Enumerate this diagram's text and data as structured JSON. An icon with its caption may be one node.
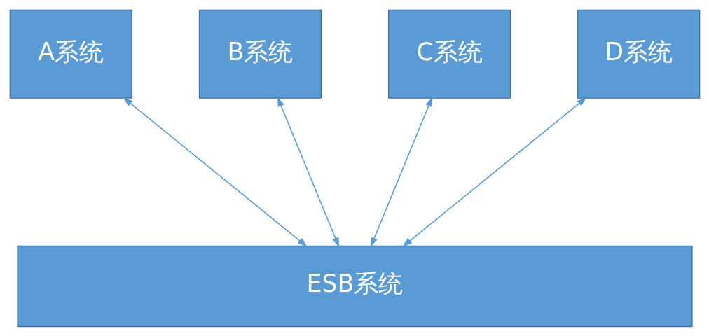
{
  "diagram": {
    "nodes": [
      {
        "text": [
          "A系统"
        ]
      },
      {
        "text": [
          "B系统"
        ]
      },
      {
        "text": [
          "C系统"
        ]
      },
      {
        "text": [
          "D系统"
        ]
      },
      {
        "text": [
          "ESB系统"
        ]
      }
    ],
    "edges": [
      {
        "from": 0,
        "to": 4,
        "arrow": "both"
      },
      {
        "from": 1,
        "to": 4,
        "arrow": "both"
      },
      {
        "from": 2,
        "to": 4,
        "arrow": "both"
      },
      {
        "from": 3,
        "to": 4,
        "arrow": "both"
      }
    ]
  }
}
